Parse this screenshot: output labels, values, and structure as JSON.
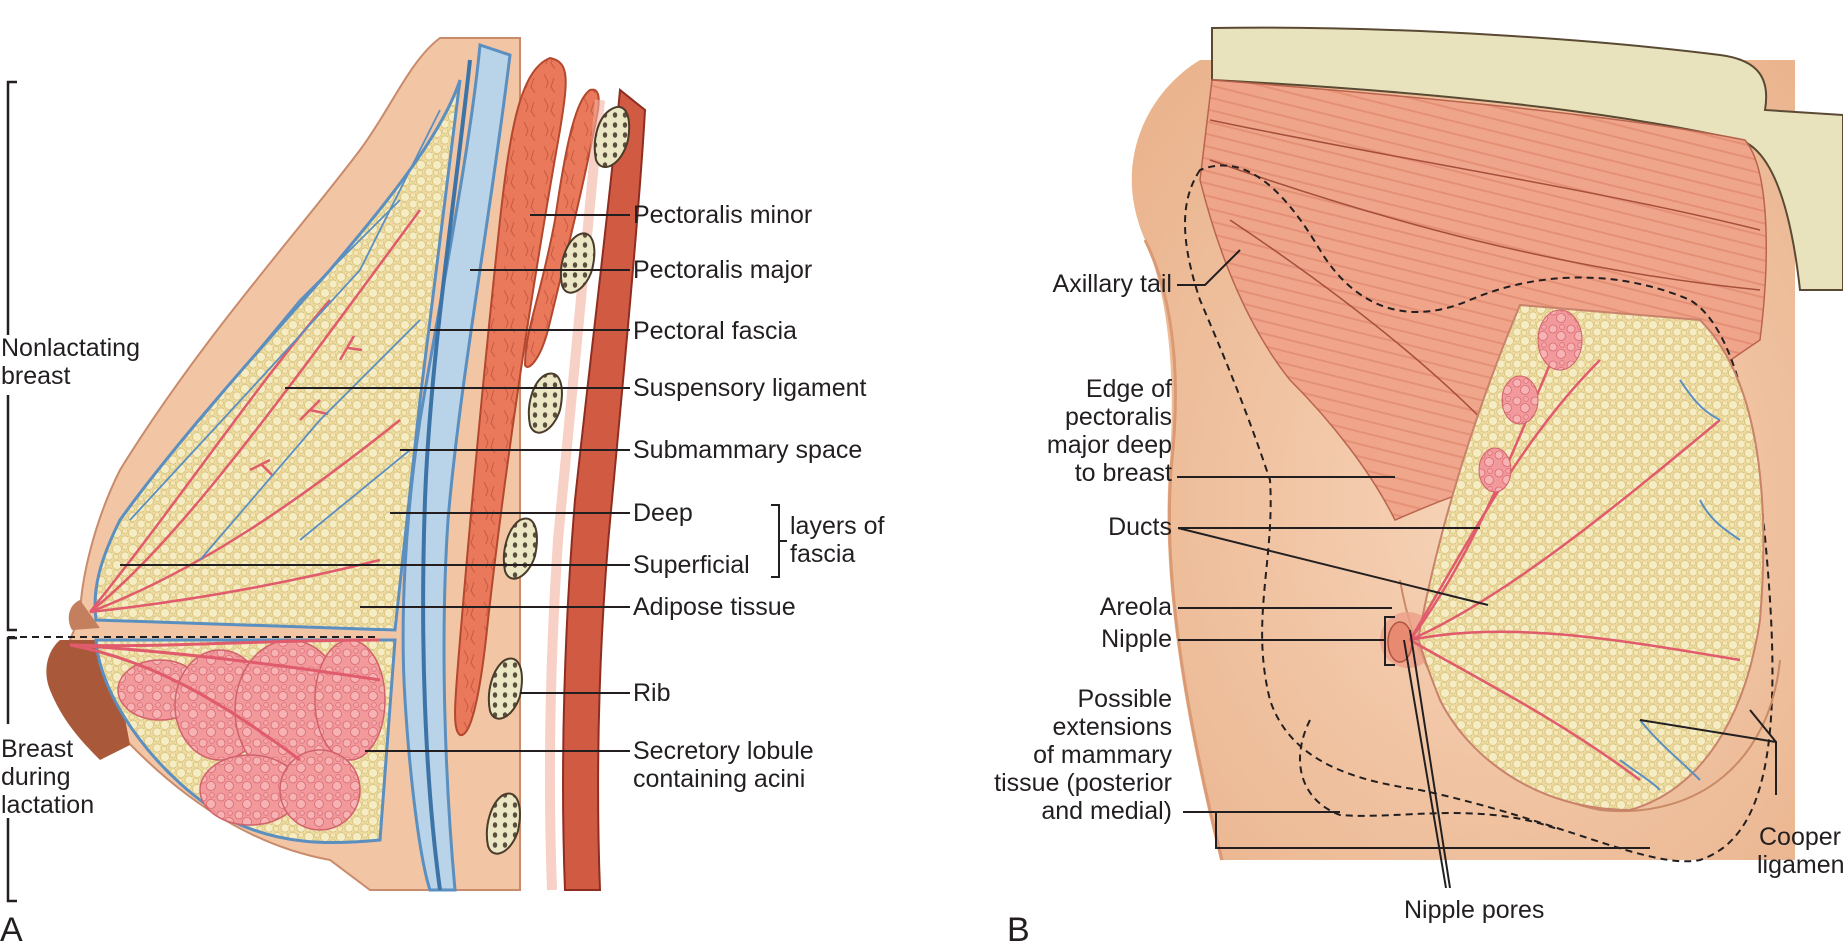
{
  "figure": {
    "panels": [
      {
        "letter": "A",
        "view": "sagittal section",
        "brackets": {
          "nonlactating": "Nonlactating\nbreast",
          "lactating": "Breast\nduring\nlactation"
        },
        "labels": {
          "pectoralis_minor": "Pectoralis minor",
          "pectoralis_major": "Pectoralis major",
          "pectoral_fascia": "Pectoral fascia",
          "suspensory_ligament": "Suspensory ligament",
          "submammary_space": "Submammary space",
          "deep": "Deep",
          "superficial": "Superficial",
          "layers_of_fascia": "layers of\nfascia",
          "adipose_tissue": "Adipose tissue",
          "rib": "Rib",
          "secretory_lobule": "Secretory lobule\ncontaining acini"
        }
      },
      {
        "letter": "B",
        "view": "anterolateral dissection",
        "labels": {
          "axillary_tail": "Axillary tail",
          "edge_pectoralis": "Edge of\npectoralis\nmajor deep\nto breast",
          "ducts": "Ducts",
          "areola": "Areola",
          "nipple": "Nipple",
          "possible_extensions": "Possible\nextensions\nof mammary\ntissue (posterior\nand medial)",
          "cooper_ligaments": "Cooper\nligaments",
          "nipple_pores": "Nipple pores"
        }
      }
    ],
    "colors": {
      "skin": "#f2c6a4",
      "skin_dark": "#e8ad88",
      "fat": "#ecdca0",
      "muscle": "#e9795a",
      "muscle_light": "#f2a88f",
      "fascia_blue": "#5b8fc0",
      "fascia_light": "#b9d3e8",
      "gland_pink": "#f08a8e",
      "bone": "#ebe6c4",
      "areola_brown": "#b86a48",
      "ink": "#231f20"
    }
  }
}
